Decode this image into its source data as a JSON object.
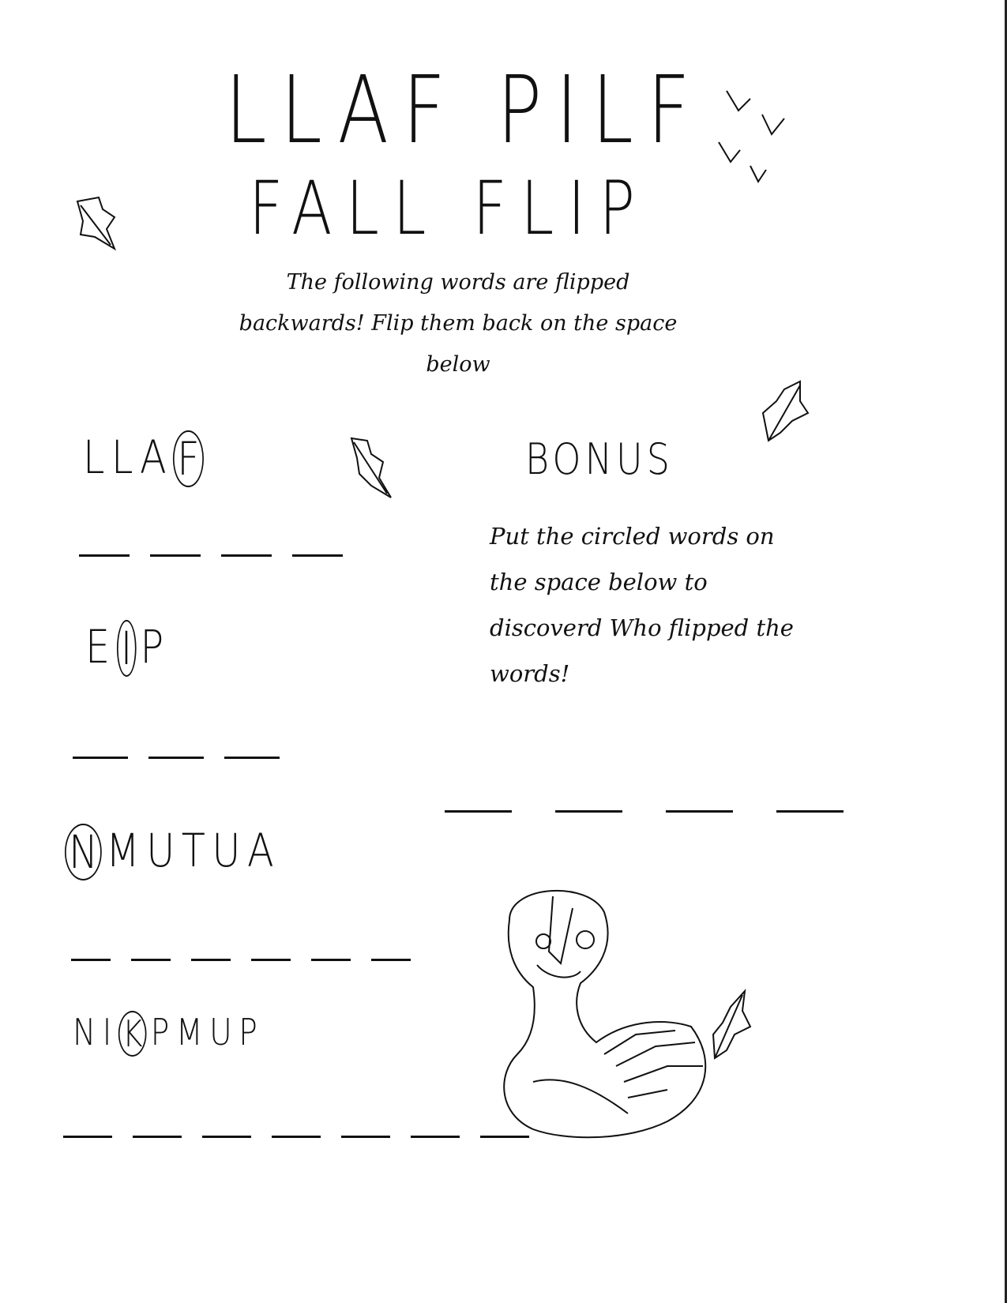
{
  "title_reversed": "LLAF PILF",
  "title": "FALL FLIP",
  "instructions": "The following words are flipped backwards! Flip them back on the space below",
  "puzzles": [
    {
      "letters": [
        "L",
        "L",
        "A",
        "F"
      ],
      "circled_index": 3,
      "blanks": 4
    },
    {
      "letters": [
        "E",
        "I",
        "P"
      ],
      "circled_index": 1,
      "blanks": 3
    },
    {
      "letters": [
        "N",
        "M",
        "U",
        "T",
        "U",
        "A"
      ],
      "circled_index": 0,
      "blanks": 6
    },
    {
      "letters": [
        "N",
        "I",
        "K",
        "P",
        "M",
        "U",
        "P"
      ],
      "circled_index": 2,
      "blanks": 7
    }
  ],
  "bonus": {
    "title": "BONUS",
    "text": "Put the circled words on the space below to discoverd Who flipped the words!",
    "blanks": 4
  },
  "ink_color": "#111111"
}
